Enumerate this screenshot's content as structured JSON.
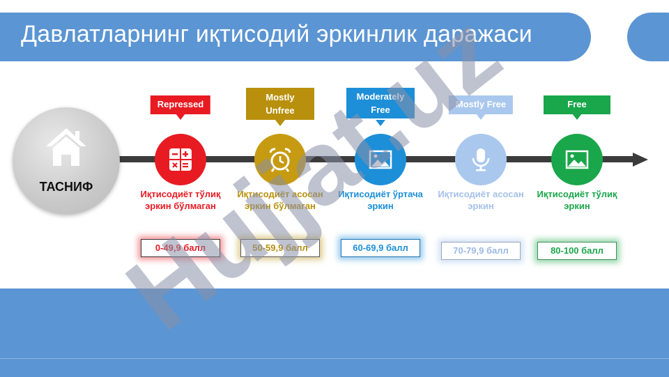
{
  "title": "Давлатларнинг иқтисодий эркинлик даражаси",
  "tasnif": {
    "label": "ТАСНИФ",
    "icon": "house-icon"
  },
  "watermark": "Hujjat.uz",
  "colors": {
    "header": "#5b95d3",
    "repressed": "#e81b23",
    "mostly_unfree": "#b8900d",
    "moderately_free": "#1d8fd8",
    "mostly_free": "#aac8ee",
    "free": "#1aa64a"
  },
  "stages": [
    {
      "category": "Repressed",
      "description": "Иқтисодиёт тўлиқ эркин бўлмаган",
      "score": "0-49,9 балл",
      "icon": "calculator-icon"
    },
    {
      "category": "Mostly Unfree",
      "description": "Иқтисодиёт асосан эркин бўлмаган",
      "score": "50-59,9 балл",
      "icon": "alarm-clock-icon"
    },
    {
      "category": "Moderately Free",
      "description": "Иқтисодиёт ўртача эркин",
      "score": "60-69,9 балл",
      "icon": "picture-icon"
    },
    {
      "category": "Mostly Free",
      "description": "Иқтисодиёт асосан эркин",
      "score": "70-79,9 балл",
      "icon": "microphone-icon"
    },
    {
      "category": "Free",
      "description": "Иқтисодиёт тўлиқ эркин",
      "score": "80-100 балл",
      "icon": "picture-icon"
    }
  ]
}
